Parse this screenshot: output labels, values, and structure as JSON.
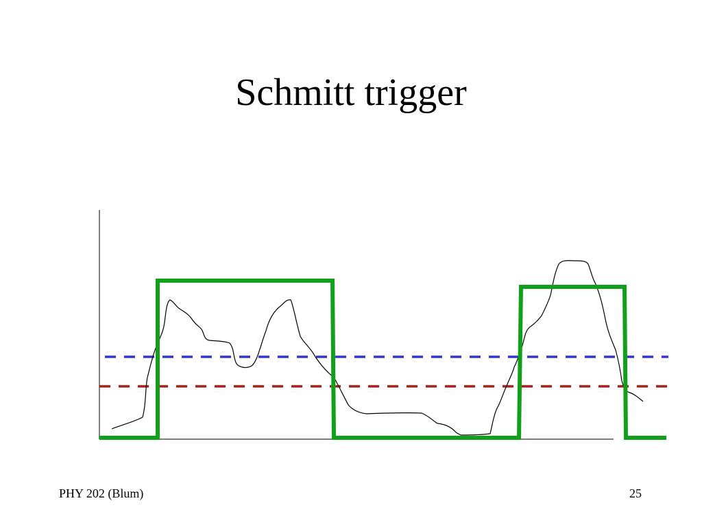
{
  "slide": {
    "title": "Schmitt trigger",
    "footer_left": "PHY 202 (Blum)",
    "page_number": "25"
  },
  "colors": {
    "axis": "#555555",
    "input_signal": "#000000",
    "output_signal": "#11a01a",
    "upper_threshold": "#3636c8",
    "lower_threshold": "#a82018"
  }
}
